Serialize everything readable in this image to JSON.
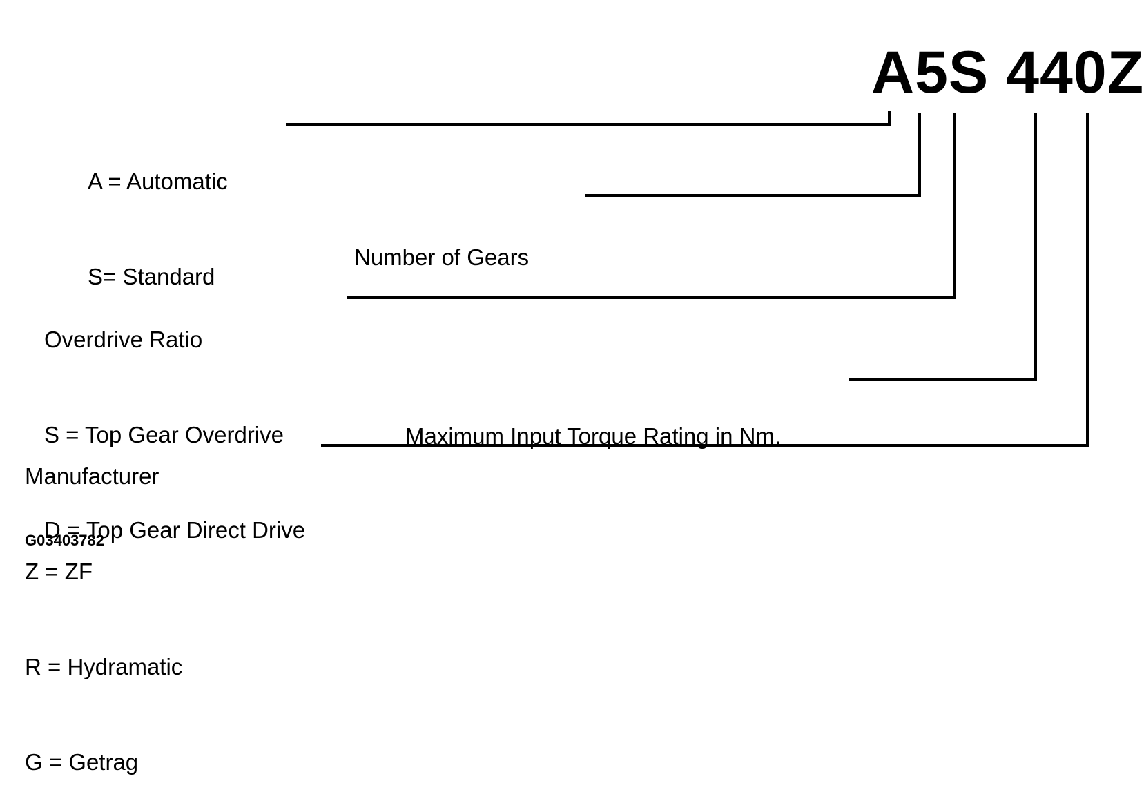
{
  "code": "A5S 440Z",
  "blocks": {
    "type": {
      "lines": [
        "A = Automatic",
        "S= Standard"
      ]
    },
    "gears": {
      "lines": [
        "Number of Gears"
      ]
    },
    "overdrive": {
      "lines": [
        "Overdrive Ratio",
        "S = Top Gear Overdrive",
        "D = Top Gear Direct Drive"
      ]
    },
    "torque": {
      "lines": [
        "Maximum Input Torque Rating in Nm."
      ]
    },
    "manufacturer": {
      "lines": [
        "Manufacturer",
        "Z = ZF",
        "R = Hydramatic",
        "G = Getrag"
      ]
    }
  },
  "figure_id": "G03403782"
}
